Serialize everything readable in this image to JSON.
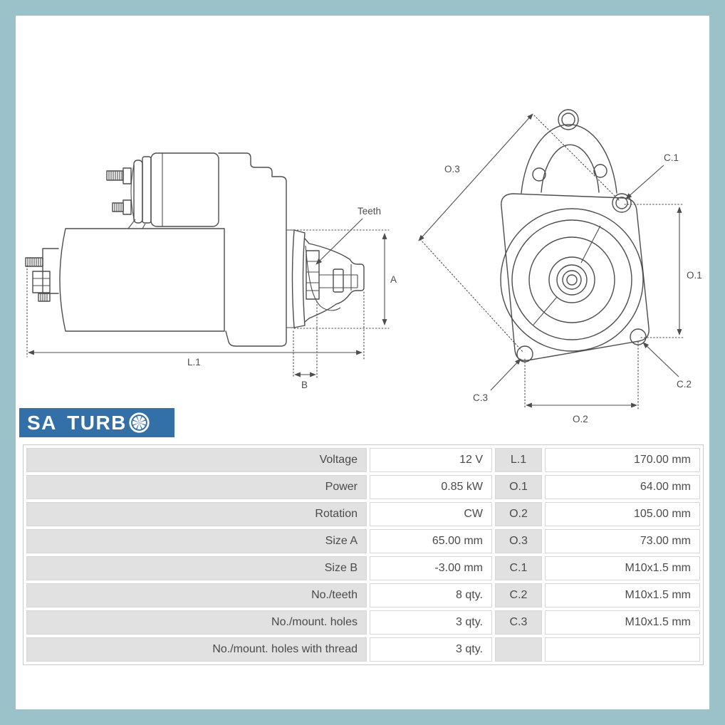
{
  "brand": {
    "logo_text": "SA TURB",
    "logo_icon": "turbo-fan-icon",
    "logo_bg": "#3470a8"
  },
  "colors": {
    "frame": "#9cc2c9",
    "drawing_line": "#4d4d4d",
    "table_gray_cell": "#e1e1e1",
    "table_text": "#4a4a4a"
  },
  "side_view": {
    "teeth": "Teeth",
    "a": "A",
    "l1": "L.1",
    "b": "B"
  },
  "front_view": {
    "o3": "O.3",
    "o1": "O.1",
    "o2": "O.2",
    "c1": "C.1",
    "c2": "C.2",
    "c3": "C.3"
  },
  "spec_table": {
    "rows": [
      {
        "label": "Voltage",
        "value": "12 V",
        "dim": "L.1",
        "dim_value": "170.00 mm"
      },
      {
        "label": "Power",
        "value": "0.85 kW",
        "dim": "O.1",
        "dim_value": "64.00 mm"
      },
      {
        "label": "Rotation",
        "value": "CW",
        "dim": "O.2",
        "dim_value": "105.00 mm"
      },
      {
        "label": "Size A",
        "value": "65.00 mm",
        "dim": "O.3",
        "dim_value": "73.00 mm"
      },
      {
        "label": "Size B",
        "value": "-3.00 mm",
        "dim": "C.1",
        "dim_value": "M10x1.5 mm"
      },
      {
        "label": "No./teeth",
        "value": "8 qty.",
        "dim": "C.2",
        "dim_value": "M10x1.5 mm"
      },
      {
        "label": "No./mount. holes",
        "value": "3 qty.",
        "dim": "C.3",
        "dim_value": "M10x1.5 mm"
      },
      {
        "label": "No./mount. holes with thread",
        "value": "3 qty.",
        "dim": "",
        "dim_value": ""
      }
    ]
  }
}
